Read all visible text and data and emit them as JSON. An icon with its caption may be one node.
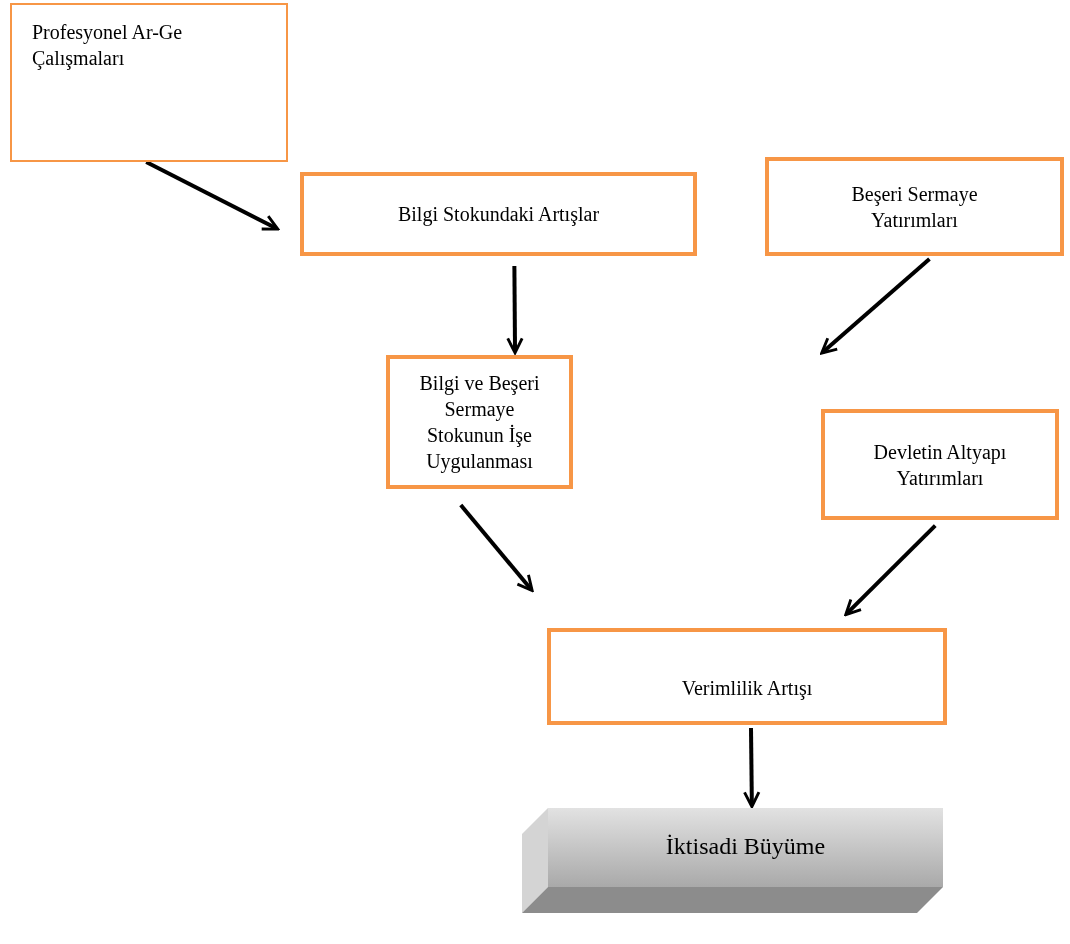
{
  "diagram": {
    "nodes": [
      {
        "text": [
          "Profesyonel Ar-Ge Çalışmaları"
        ]
      },
      {
        "text": [
          "Bilgi Stokundaki Artışlar"
        ]
      },
      {
        "text": [
          "Beşeri Sermaye Yatırımları"
        ]
      },
      {
        "text": [
          "Bilgi ve Beşeri Sermaye Stokunun İşe Uygulanması"
        ]
      },
      {
        "text": [
          "Devletin Altyapı Yatırımları"
        ]
      },
      {
        "text": [
          "Verimlilik Artışı"
        ]
      },
      {
        "text": [
          "İktisadi Büyüme"
        ]
      }
    ],
    "edges": [
      {
        "from": 0,
        "to": 1,
        "arrow": "to"
      },
      {
        "from": 1,
        "to": 3,
        "arrow": "to"
      },
      {
        "from": 2,
        "to": null,
        "arrow": "to"
      },
      {
        "from": 3,
        "to": 5,
        "arrow": "to"
      },
      {
        "from": 4,
        "to": 5,
        "arrow": "to"
      },
      {
        "from": 5,
        "to": 6,
        "arrow": "to"
      }
    ]
  }
}
